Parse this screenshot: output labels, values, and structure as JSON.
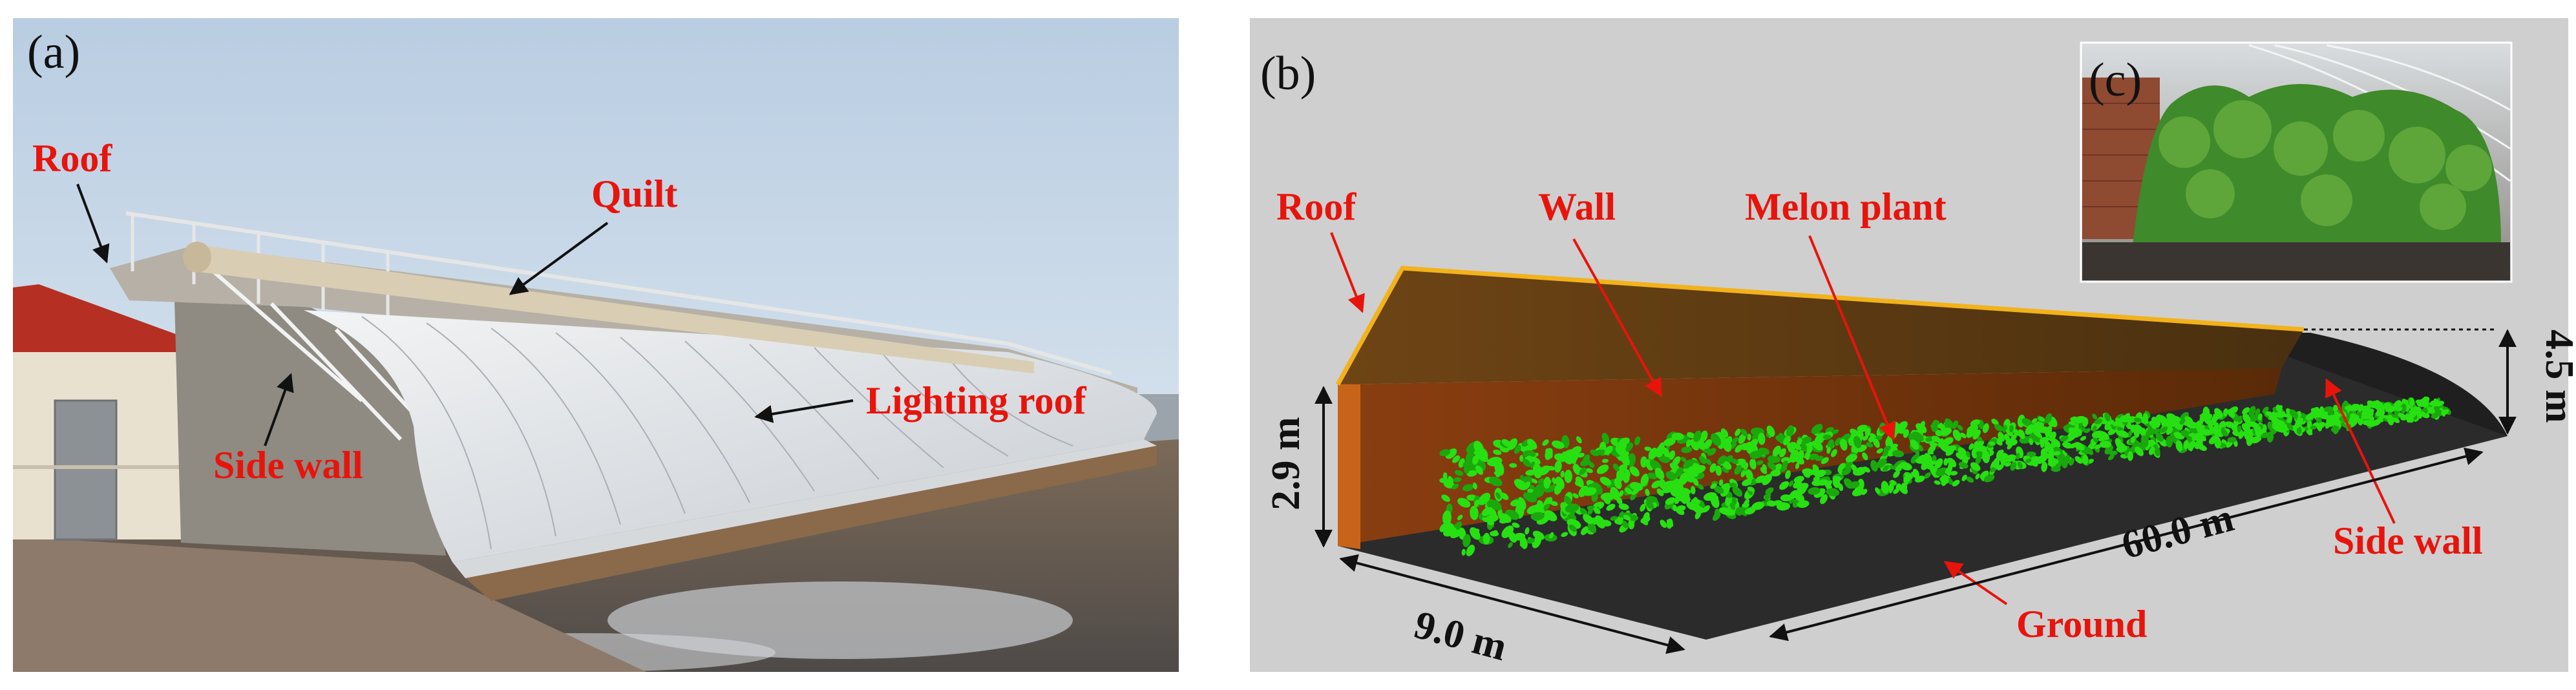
{
  "panel_a": {
    "letter": "(a)",
    "labels": {
      "roof": "Roof",
      "quilt": "Quilt",
      "side_wall": "Side wall",
      "lighting_roof": "Lighting roof"
    }
  },
  "panel_b": {
    "letter": "(b)",
    "labels": {
      "roof": "Roof",
      "wall": "Wall",
      "melon_plant": "Melon plant",
      "side_wall": "Side wall",
      "ground": "Ground"
    },
    "dimensions": {
      "height_wall": "2.9 m",
      "height_ridge": "4.5 m",
      "width": "9.0 m",
      "length": "60.0 m"
    }
  },
  "panel_c": {
    "letter": "(c)"
  },
  "colors": {
    "annotation": "#e8140c",
    "plant": "#27e012",
    "wall": "#7a3a10",
    "roof_edge": "#f2b21a",
    "panel_b_bg": "#cfcfcf"
  }
}
